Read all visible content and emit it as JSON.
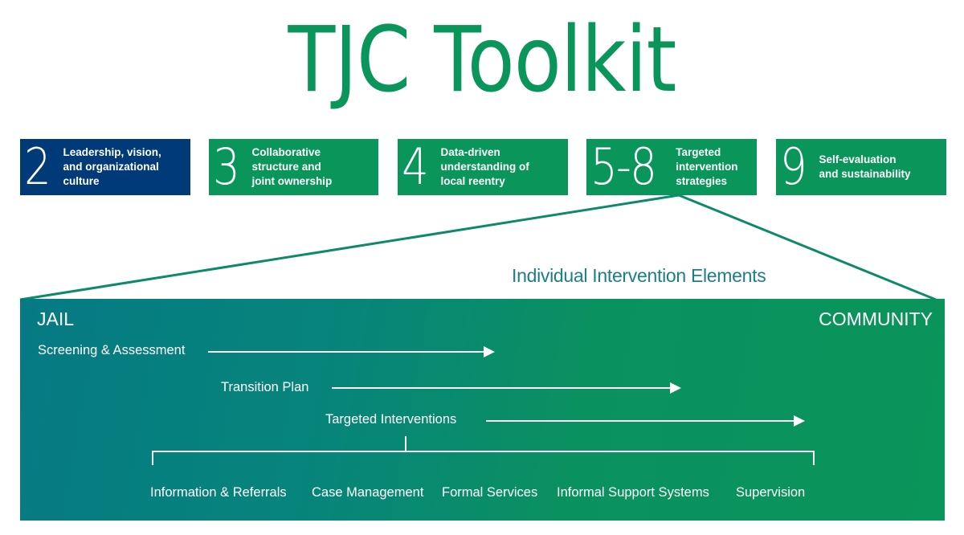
{
  "title": "TJC Toolkit",
  "colors": {
    "green": "#0a955a",
    "navy": "#003a78",
    "teal": "#067a84",
    "subtitle": "#1a7f86"
  },
  "boxes": [
    {
      "number": "2",
      "label_lines": [
        "Leadership, vision,",
        "and organizational",
        "culture"
      ],
      "color": "#003a78"
    },
    {
      "number": "3",
      "label_lines": [
        "Collaborative",
        "structure and",
        "joint ownership"
      ],
      "color": "#0a955a"
    },
    {
      "number": "4",
      "label_lines": [
        "Data-driven",
        "understanding of",
        "local reentry"
      ],
      "color": "#0a955a"
    },
    {
      "number": "5-8",
      "label_lines": [
        "Targeted",
        "intervention",
        "strategies"
      ],
      "color": "#0a955a"
    },
    {
      "number": "9",
      "label_lines": [
        "Self-evaluation",
        "and sustainability"
      ],
      "color": "#0a955a"
    }
  ],
  "detail": {
    "heading": "Individual Intervention Elements",
    "left_label": "JAIL",
    "right_label": "COMMUNITY",
    "stages": [
      {
        "label": "Screening & Assessment"
      },
      {
        "label": "Transition Plan"
      },
      {
        "label": "Targeted Interventions"
      }
    ],
    "interventions": [
      "Information & Referrals",
      "Case Management",
      "Formal Services",
      "Informal Support Systems",
      "Supervision"
    ]
  }
}
